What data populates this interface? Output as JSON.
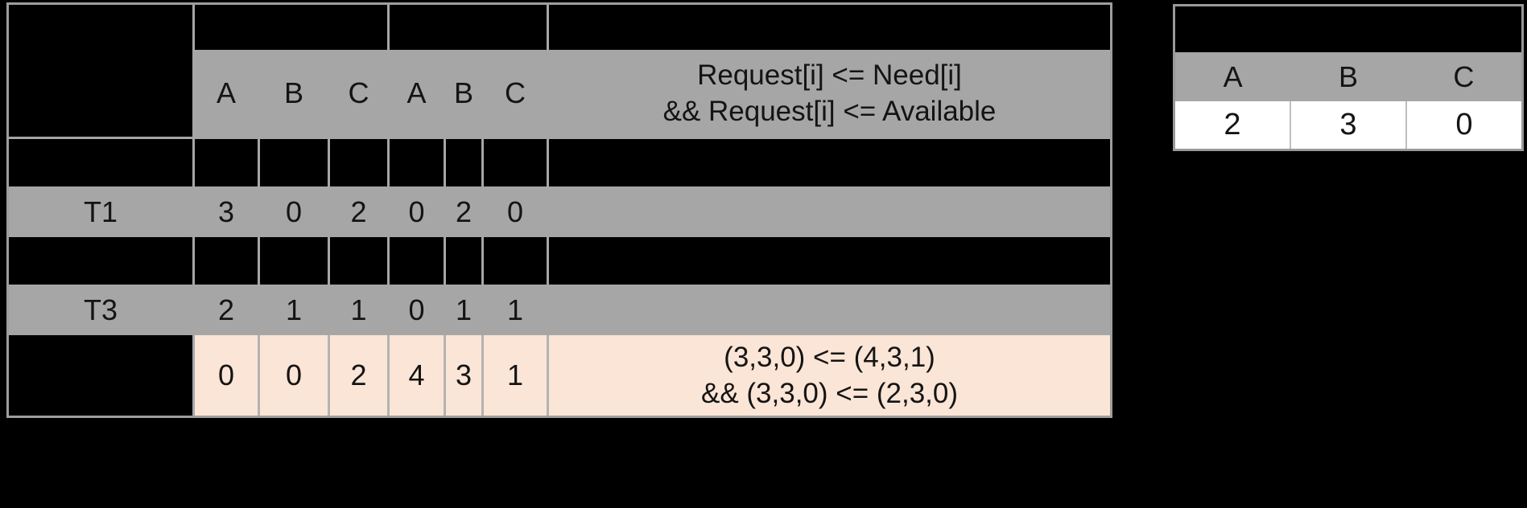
{
  "main_table": {
    "header": {
      "column_letters": [
        "A",
        "B",
        "C",
        "A",
        "B",
        "C"
      ],
      "condition_line1": "Request[i] <= Need[i]",
      "condition_line2": "&& Request[i] <= Available"
    },
    "rows": {
      "t1": {
        "label": "T1",
        "values": [
          "3",
          "0",
          "2",
          "0",
          "2",
          "0"
        ]
      },
      "t3": {
        "label": "T3",
        "values": [
          "2",
          "1",
          "1",
          "0",
          "1",
          "1"
        ]
      },
      "request_row": {
        "values": [
          "0",
          "0",
          "2",
          "4",
          "3",
          "1"
        ],
        "condition_line1": "(3,3,0) <= (4,3,1)",
        "condition_line2": "&& (3,3,0) <= (2,3,0)"
      }
    }
  },
  "available_table": {
    "column_letters": [
      "A",
      "B",
      "C"
    ],
    "values": [
      "2",
      "3",
      "0"
    ]
  },
  "colors": {
    "background": "#000000",
    "cell_gray": "#a6a6a6",
    "highlight_peach": "#fbe5d6",
    "table_border": "#9e9e9e",
    "white_row": "#ffffff",
    "text": "#141414"
  }
}
